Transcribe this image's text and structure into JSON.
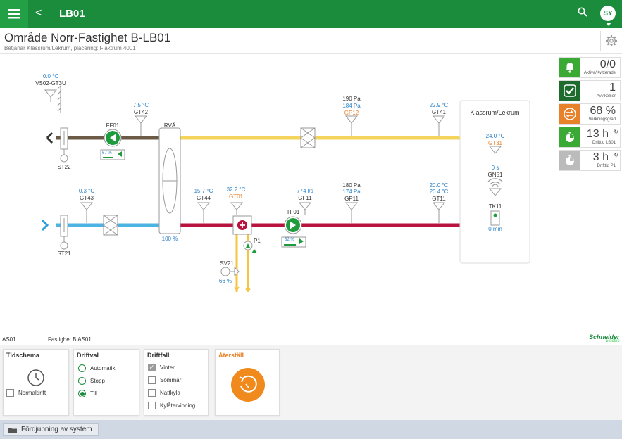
{
  "topbar": {
    "back_glyph": "<",
    "title": "LB01",
    "avatar": "SY"
  },
  "header": {
    "title": "Område Norr-Fastighet B-LB01",
    "subtitle": "Betjänar Klassrum/Lekrum, placering: Fläktrum 4001"
  },
  "stats": [
    {
      "value": "0/0",
      "label": "Aktiva/Kvitterade",
      "color": "#3aaa35",
      "icon": "bell-icon"
    },
    {
      "value": "1",
      "label": "Avvikelser",
      "color": "#1e6b2e",
      "icon": "check-icon"
    },
    {
      "value": "68 %",
      "label": "Verkningsgrad",
      "color": "#e8822a",
      "icon": "exchange-icon"
    },
    {
      "value": "13 h",
      "label": "Drifttid LB01",
      "color": "#3aaa35",
      "icon": "timer-icon"
    },
    {
      "value": "3 h",
      "label": "Drifttid P1",
      "color": "#bbbbbb",
      "icon": "timer-icon"
    }
  ],
  "diagram": {
    "vs02_temp": "0.0 °C",
    "vs02_label": "VS02-GT3U",
    "gt42_temp": "7.5 °C",
    "gt42_label": "GT42",
    "ff01_label": "FF01",
    "ff01_speed": "67 %",
    "rva_label": "RVÅ",
    "rva_eff": "100 %",
    "gp12_top": "190 Pa",
    "gp12_mid": "184 Pa",
    "gp12_label": "GP12",
    "gt41_temp": "22.9 °C",
    "gt41_label": "GT41",
    "st22_label": "ST22",
    "room_title": "Klassrum/Lekrum",
    "gt31_temp": "24.0 °C",
    "gt31_label": "GT31",
    "gn51_val": "0 s",
    "gn51_label": "GN51",
    "tk11_label": "TK11",
    "tk11_val": "0 min",
    "gt43_temp": "0.3 °C",
    "gt43_label": "GT43",
    "st21_label": "ST21",
    "gt44_temp": "15.7 °C",
    "gt44_label": "GT44",
    "gt01_temp": "32.2 °C",
    "gt01_label": "GT01",
    "gf11_flow": "774 l/s",
    "gf11_label": "GF11",
    "gp11_top": "180 Pa",
    "gp11_mid": "174 Pa",
    "gp11_label": "GP11",
    "gt11_top": "20.0 °C",
    "gt11_mid": "20.4 °C",
    "gt11_label": "GT11",
    "tf01_label": "TF01",
    "tf01_speed": "82 %",
    "p1_label": "P1",
    "sv21_label": "SV21",
    "sv21_val": "66 %"
  },
  "footer": {
    "left": "AS01",
    "middle": "Fastighet B AS01",
    "brand": "Schneider",
    "brand_sub": "Electric"
  },
  "controls": {
    "tidschema": {
      "title": "Tidschema",
      "check_label": "Normaldrift"
    },
    "driftval": {
      "title": "Driftval",
      "options": [
        "Automatik",
        "Stopp",
        "Till"
      ],
      "selected": "Till"
    },
    "driftfall": {
      "title": "Driftfall",
      "options": [
        "Vinter",
        "Sommar",
        "Nattkyla",
        "Kylåtervinning"
      ],
      "checked": [
        "Vinter"
      ]
    },
    "aterstall": {
      "title": "Återställ"
    }
  },
  "bottom": {
    "button": "Fördjupning av system"
  }
}
